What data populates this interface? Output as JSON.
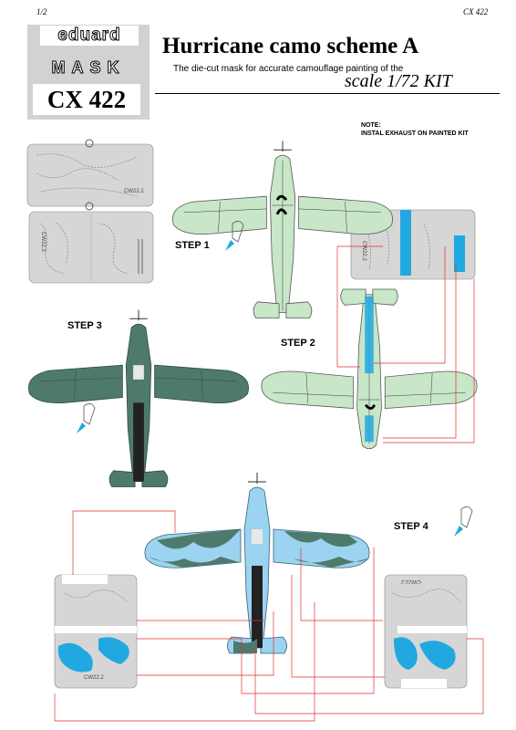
{
  "page": {
    "number_left": "1/2",
    "code_right": "CX 422"
  },
  "brand": {
    "name": "eduard",
    "product_line": "MASK",
    "code": "CX 422"
  },
  "header": {
    "title": "Hurricane camo scheme A",
    "subtitle": "The die-cut mask for accurate camouflage painting of the",
    "scale": "scale 1/72 KIT"
  },
  "note": {
    "line1": "NOTE:",
    "line2": "INSTAL EXHAUST ON PAINTED KIT"
  },
  "steps": {
    "step1": "STEP 1",
    "step2": "STEP 2",
    "step3": "STEP 3",
    "step4": "STEP 4"
  },
  "sheets": {
    "sheet1": "CW22.1",
    "sheet2": "CW22.2",
    "sheet3": "CW22.2",
    "sheet4": "CW22.2",
    "sheet5": "CW22.2"
  },
  "colors": {
    "sky_green": "#c8e6c8",
    "dark_green": "#4e7a6c",
    "sky_blue": "#9bd3f0",
    "mask_blue": "#22a8e0",
    "sheet_gray": "#d6d6d6",
    "line_red": "#e03030"
  }
}
